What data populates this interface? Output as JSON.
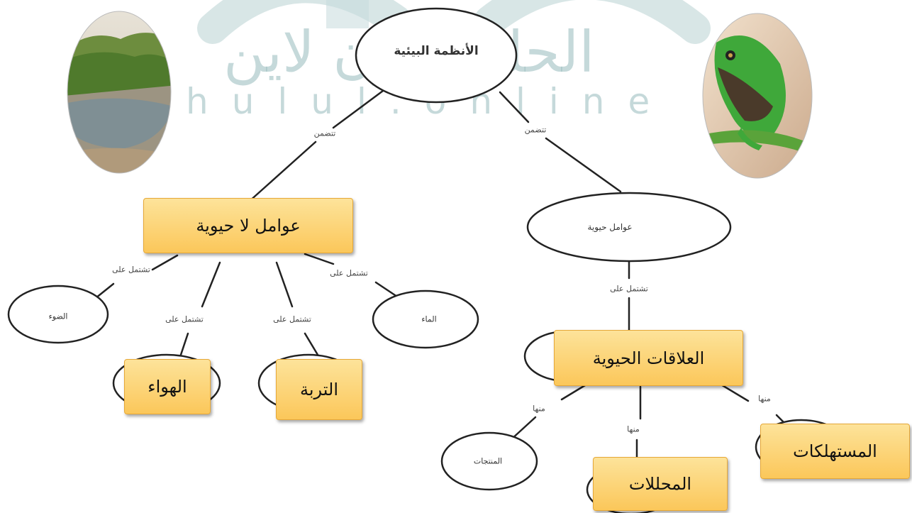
{
  "watermark": {
    "arabic_text": "الحلول اون لاين",
    "latin_text": "hulul.online",
    "color": "#96babc"
  },
  "colors": {
    "answer_fill": "#fbd26e",
    "answer_border": "#e6a838",
    "line": "#222222"
  },
  "photos": {
    "left": {
      "icon": "pond-wetland-photo"
    },
    "right": {
      "icon": "green-tree-frog-photo"
    }
  },
  "nodes": {
    "root": "الأنظمة البيئية",
    "biotic": "عوامل حيوية",
    "light": "الضوء",
    "water": "الماء",
    "producers": "المنتجات"
  },
  "edge_labels": {
    "includes_left": "تتضمن",
    "includes_right": "تتضمن",
    "contains_biotic": "تشتمل على",
    "contains_light": "تشتمل على",
    "contains_air": "تشتمل على",
    "contains_soil": "تشتمل على",
    "contains_water": "تشتمل على",
    "including_producers": "منها",
    "including_decomposers": "منها",
    "including_consumers": "منها"
  },
  "answers": {
    "abiotic": "عوامل لا حيوية",
    "air": "الهواء",
    "soil": "التربة",
    "relationships": "العلاقات الحيوية",
    "consumers": "المستهلكات",
    "decomposers": "المحللات"
  }
}
